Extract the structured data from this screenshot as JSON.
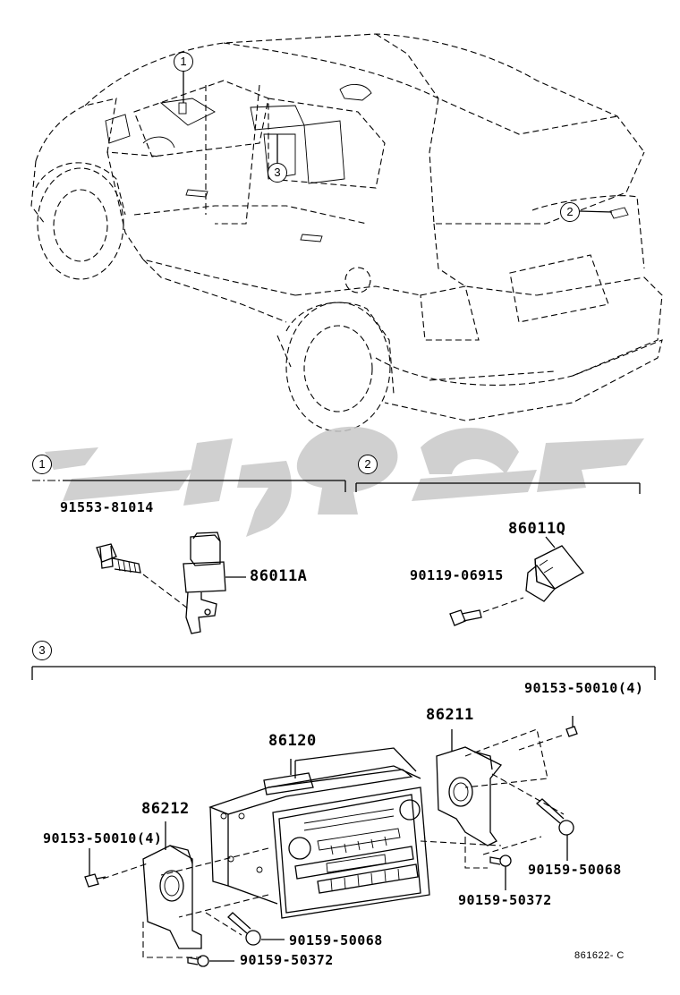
{
  "callouts": {
    "one": "1",
    "two": "2",
    "three": "3"
  },
  "section_markers": {
    "one": "1",
    "two": "2",
    "three": "3"
  },
  "parts": {
    "bolt_sensor": "91553-81014",
    "sensor": "86011A",
    "module_q": "86011Q",
    "bolt_module": "90119-06915",
    "radio": "86120",
    "bracket_right": "86211",
    "bracket_left": "86212",
    "screw_top_right": "90153-50010(4)",
    "screw_left": "90153-50010(4)",
    "screw_68_right": "90159-50068",
    "screw_72_right": "90159-50372",
    "screw_68_left": "90159-50068",
    "screw_72_left": "90159-50372"
  },
  "figure_code": "861622- C",
  "colors": {
    "line": "#000000",
    "watermark": "#c8c8c8"
  }
}
